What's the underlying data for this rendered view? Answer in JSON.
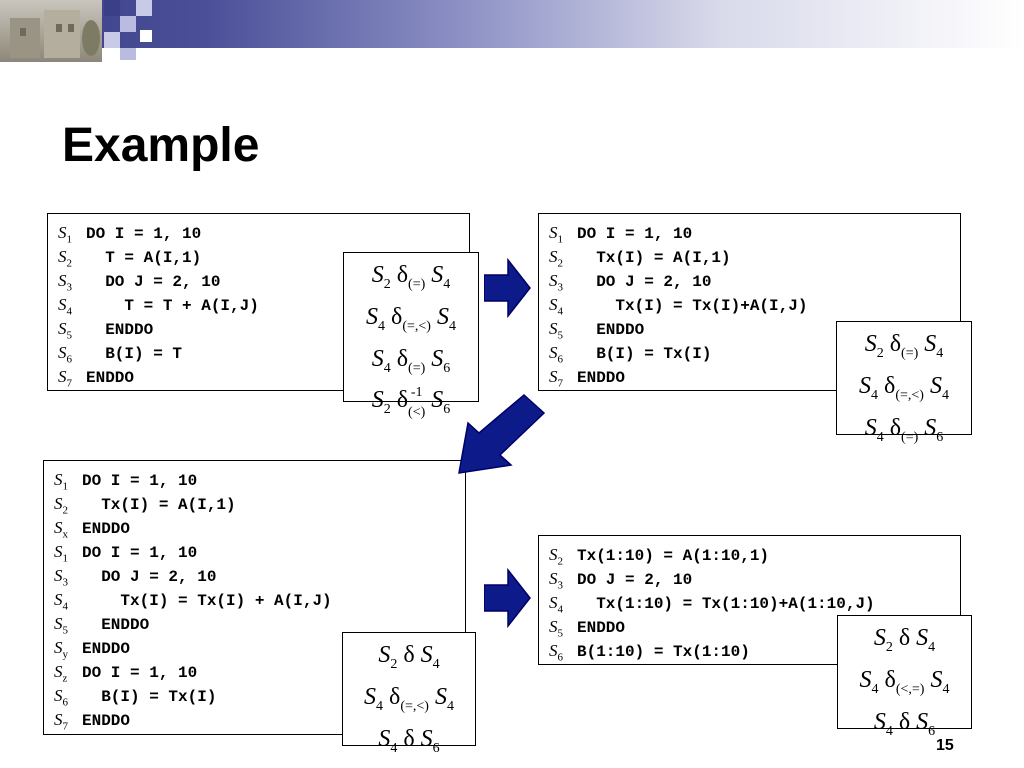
{
  "slide": {
    "title": "Example",
    "page_number": "15"
  },
  "box1": {
    "lines": [
      {
        "label": "S",
        "sub": "1",
        "code": "DO I = 1, 10"
      },
      {
        "label": "S",
        "sub": "2",
        "code": "  T = A(I,1)"
      },
      {
        "label": "S",
        "sub": "3",
        "code": "  DO J = 2, 10"
      },
      {
        "label": "S",
        "sub": "4",
        "code": "    T = T + A(I,J)"
      },
      {
        "label": "S",
        "sub": "5",
        "code": "  ENDDO"
      },
      {
        "label": "S",
        "sub": "6",
        "code": "  B(I) = T"
      },
      {
        "label": "S",
        "sub": "7",
        "code": "ENDDO"
      }
    ]
  },
  "deps1": [
    {
      "a": "S",
      "a_sub": "2",
      "delta": "δ",
      "sup": "",
      "dir": "(=)",
      "b": "S",
      "b_sub": "4"
    },
    {
      "a": "S",
      "a_sub": "4",
      "delta": "δ",
      "sup": "",
      "dir": "(=,<)",
      "b": "S",
      "b_sub": "4"
    },
    {
      "a": "S",
      "a_sub": "4",
      "delta": "δ",
      "sup": "",
      "dir": "(=)",
      "b": "S",
      "b_sub": "6"
    },
    {
      "a": "S",
      "a_sub": "2",
      "delta": "δ",
      "sup": "-1",
      "dir": "(<)",
      "b": "S",
      "b_sub": "6"
    }
  ],
  "box2": {
    "lines": [
      {
        "label": "S",
        "sub": "1",
        "code": "DO I = 1, 10"
      },
      {
        "label": "S",
        "sub": "2",
        "code": "  Tx(I) = A(I,1)"
      },
      {
        "label": "S",
        "sub": "3",
        "code": "  DO J = 2, 10"
      },
      {
        "label": "S",
        "sub": "4",
        "code": "    Tx(I) = Tx(I)+A(I,J)"
      },
      {
        "label": "S",
        "sub": "5",
        "code": "  ENDDO"
      },
      {
        "label": "S",
        "sub": "6",
        "code": "  B(I) = Tx(I)"
      },
      {
        "label": "S",
        "sub": "7",
        "code": "ENDDO"
      }
    ]
  },
  "deps2": [
    {
      "a": "S",
      "a_sub": "2",
      "delta": "δ",
      "sup": "",
      "dir": "(=)",
      "b": "S",
      "b_sub": "4"
    },
    {
      "a": "S",
      "a_sub": "4",
      "delta": "δ",
      "sup": "",
      "dir": "(=,<)",
      "b": "S",
      "b_sub": "4"
    },
    {
      "a": "S",
      "a_sub": "4",
      "delta": "δ",
      "sup": "",
      "dir": "(=)",
      "b": "S",
      "b_sub": "6"
    }
  ],
  "box3": {
    "lines": [
      {
        "label": "S",
        "sub": "1",
        "code": "DO I = 1, 10"
      },
      {
        "label": "S",
        "sub": "2",
        "code": "  Tx(I) = A(I,1)"
      },
      {
        "label": "S",
        "sub": "x",
        "code": "ENDDO"
      },
      {
        "label": "S",
        "sub": "1",
        "code": "DO I = 1, 10"
      },
      {
        "label": "S",
        "sub": "3",
        "code": "  DO J = 2, 10"
      },
      {
        "label": "S",
        "sub": "4",
        "code": "    Tx(I) = Tx(I) + A(I,J)"
      },
      {
        "label": "S",
        "sub": "5",
        "code": "  ENDDO"
      },
      {
        "label": "S",
        "sub": "y",
        "code": "ENDDO"
      },
      {
        "label": "S",
        "sub": "z",
        "code": "DO I = 1, 10"
      },
      {
        "label": "S",
        "sub": "6",
        "code": "  B(I) = Tx(I)"
      },
      {
        "label": "S",
        "sub": "7",
        "code": "ENDDO"
      }
    ]
  },
  "deps3": [
    {
      "a": "S",
      "a_sub": "2",
      "delta": "δ",
      "sup": "",
      "dir": "",
      "b": "S",
      "b_sub": "4"
    },
    {
      "a": "S",
      "a_sub": "4",
      "delta": "δ",
      "sup": "",
      "dir": "(=,<)",
      "b": "S",
      "b_sub": "4"
    },
    {
      "a": "S",
      "a_sub": "4",
      "delta": "δ",
      "sup": "",
      "dir": "",
      "b": "S",
      "b_sub": "6"
    }
  ],
  "box4": {
    "lines": [
      {
        "label": "S",
        "sub": "2",
        "code": "Tx(1:10) = A(1:10,1)"
      },
      {
        "label": "S",
        "sub": "3",
        "code": "DO J = 2, 10"
      },
      {
        "label": "S",
        "sub": "4",
        "code": "  Tx(1:10) = Tx(1:10)+A(1:10,J)"
      },
      {
        "label": "S",
        "sub": "5",
        "code": "ENDDO"
      },
      {
        "label": "S",
        "sub": "6",
        "code": "B(1:10) = Tx(1:10)"
      }
    ]
  },
  "deps4": [
    {
      "a": "S",
      "a_sub": "2",
      "delta": "δ",
      "sup": "",
      "dir": "",
      "b": "S",
      "b_sub": "4"
    },
    {
      "a": "S",
      "a_sub": "4",
      "delta": "δ",
      "sup": "",
      "dir": "(<,=)",
      "b": "S",
      "b_sub": "4"
    },
    {
      "a": "S",
      "a_sub": "4",
      "delta": "δ",
      "sup": "",
      "dir": "",
      "b": "S",
      "b_sub": "6"
    }
  ],
  "colors": {
    "arrow_fill": "#0d1a8a",
    "arrow_stroke": "#000066",
    "header_dark": "#3a3f86",
    "accent_square": "#b9bce0"
  }
}
